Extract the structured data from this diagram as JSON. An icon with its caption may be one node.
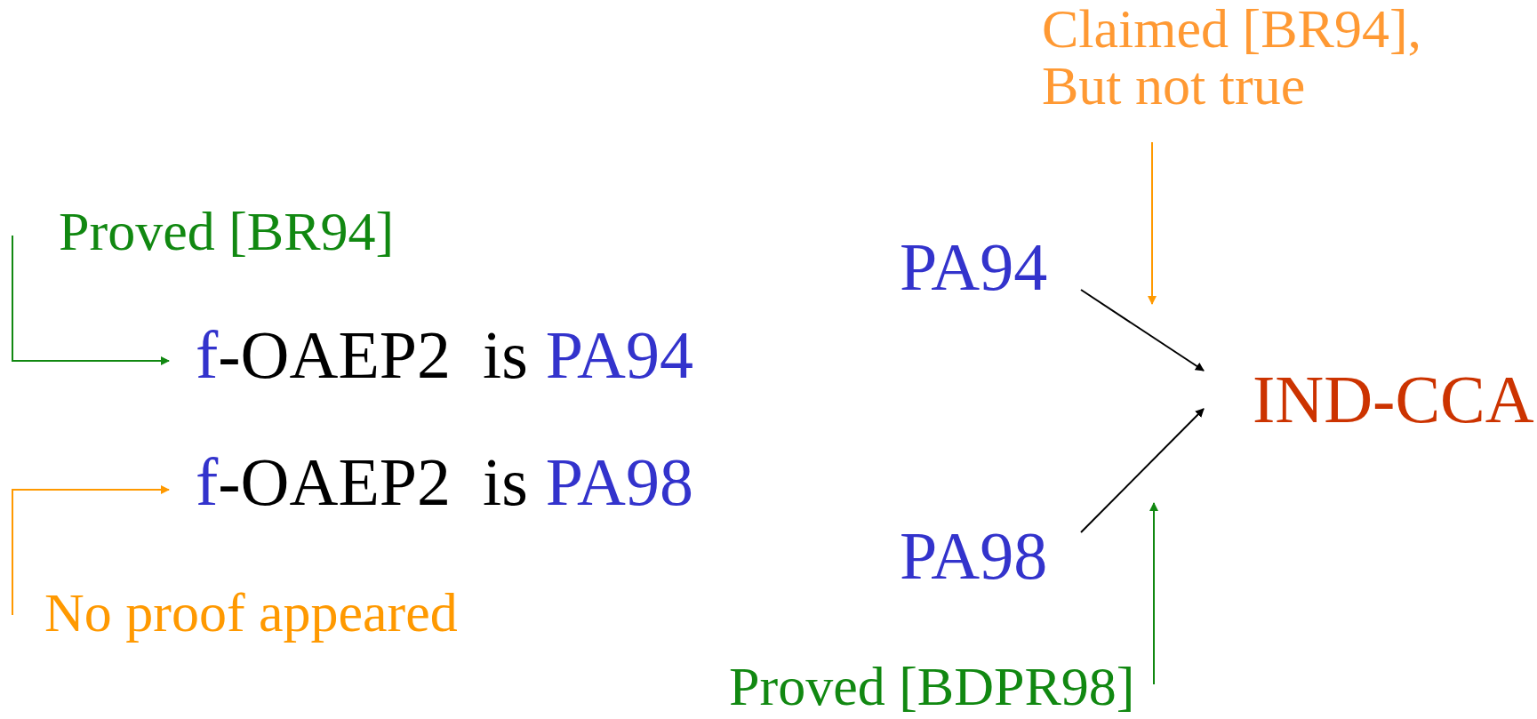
{
  "diagram": {
    "nodes": [
      {
        "text": [
          "Proved [BR94]"
        ]
      },
      {
        "text": [
          "f",
          "-OAEP2",
          "is",
          "PA94"
        ]
      },
      {
        "text": [
          "f",
          "-OAEP2",
          "is",
          "PA98"
        ]
      },
      {
        "text": [
          "No proof appeared"
        ]
      },
      {
        "text": [
          "Claimed [BR94], But not true"
        ]
      },
      {
        "text": [
          "PA94"
        ]
      },
      {
        "text": [
          "PA98"
        ]
      },
      {
        "text": [
          "IND-CCA"
        ]
      },
      {
        "text": [
          "Proved [BDPR98]"
        ]
      }
    ],
    "edges": [
      {
        "from": 0,
        "to": 1,
        "arrow": "to",
        "color": "#118811"
      },
      {
        "from": 3,
        "to": 2,
        "arrow": "to",
        "color": "#ff9900"
      },
      {
        "from": 5,
        "to": 7,
        "arrow": "to",
        "color": "#000000"
      },
      {
        "from": 6,
        "to": 7,
        "arrow": "to",
        "color": "#000000"
      },
      {
        "from": 4,
        "to": null,
        "arrow": "to",
        "color": "#ff9900"
      },
      {
        "from": 8,
        "to": null,
        "arrow": "to",
        "color": "#118811"
      }
    ]
  }
}
